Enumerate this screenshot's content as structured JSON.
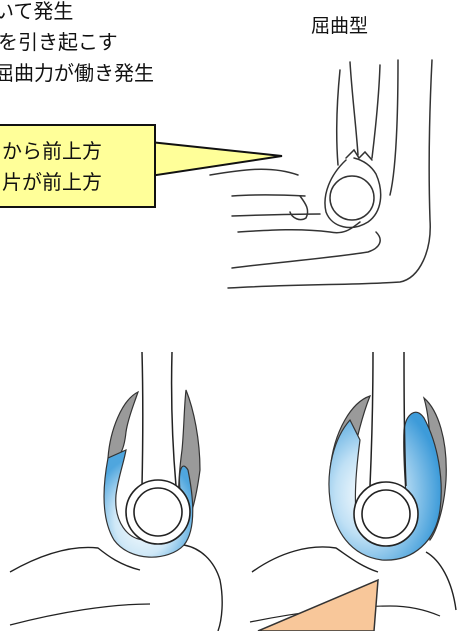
{
  "header_text": {
    "line1": "いて発生",
    "line2": "を引き起こす",
    "line3": "屈曲力が働き発生"
  },
  "type_label": "屈曲型",
  "callout": {
    "line1": "から前上方",
    "line2": "片が前上方"
  },
  "colors": {
    "callout_fill": "#ffff99",
    "arrow_fill": "#f8c79a",
    "capsule_blue": "#6bb8e6",
    "gray_fill": "#9a9a9a"
  }
}
